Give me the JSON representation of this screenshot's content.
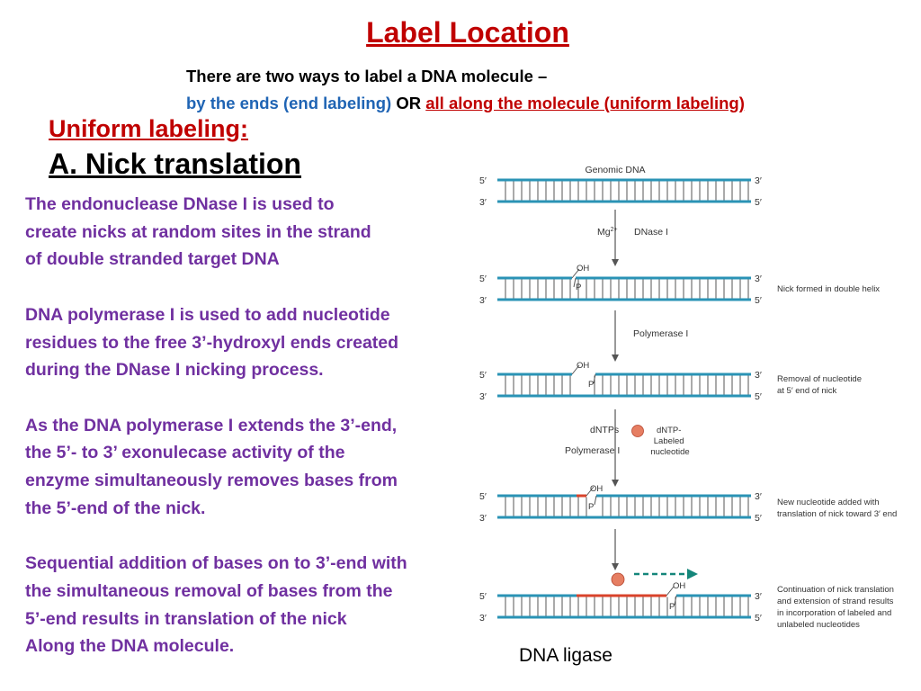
{
  "title": "Label Location",
  "intro": {
    "line1": "There are two ways to label a DNA molecule –",
    "ends": "by the ends (end labeling)",
    "or": "OR",
    "uniform": "all along the molecule (uniform labeling)"
  },
  "section": {
    "heading": "Uniform labeling:",
    "subheading": "A. Nick translation"
  },
  "paragraphs": [
    [
      "The endonuclease DNase I is used to",
      "create nicks at random sites in the strand",
      "of double stranded target DNA"
    ],
    [
      "DNA polymerase I is used to add nucleotide",
      "residues to the free 3’-hydroxyl ends created",
      "during the DNase I nicking process."
    ],
    [
      "As the DNA polymerase I  extends the 3’-end,",
      "the  5’- to 3’ exonulecase activity of the",
      "enzyme simultaneously removes bases from",
      "the 5’-end of the nick."
    ],
    [
      "Sequential addition of bases on to 3’-end with",
      "the simultaneous removal of bases from the",
      "5’-end results in translation of the nick",
      "Along the DNA molecule."
    ]
  ],
  "diagram": {
    "genomic_label": "Genomic DNA",
    "prime5": "5′",
    "prime3": "3′",
    "mg": "Mg",
    "mg_sup": "2+",
    "dnase": "DNase I",
    "oh": "OH",
    "p": "P",
    "polymerase": "Polymerase I",
    "dntps": "dNTPs",
    "dntp_labeled": [
      "dNTP-",
      "Labeled",
      "nucleotide"
    ],
    "notes": {
      "nick": [
        "Nick formed in double helix"
      ],
      "removal": [
        "Removal of nucleotide",
        "at 5′ end of nick"
      ],
      "added": [
        "New nucleotide added with",
        "translation of nick toward 3′ end"
      ],
      "continuation": [
        "Continuation of nick translation",
        "and extension of strand results",
        "in incorporation of labeled and",
        "unlabeled nucleotides"
      ]
    },
    "colors": {
      "strand": "#2a93b5",
      "rung": "#555555",
      "labeled": "#d9432b",
      "arrow": "#555555",
      "dashed_arrow": "#14867a"
    }
  },
  "footer": "DNA ligase"
}
